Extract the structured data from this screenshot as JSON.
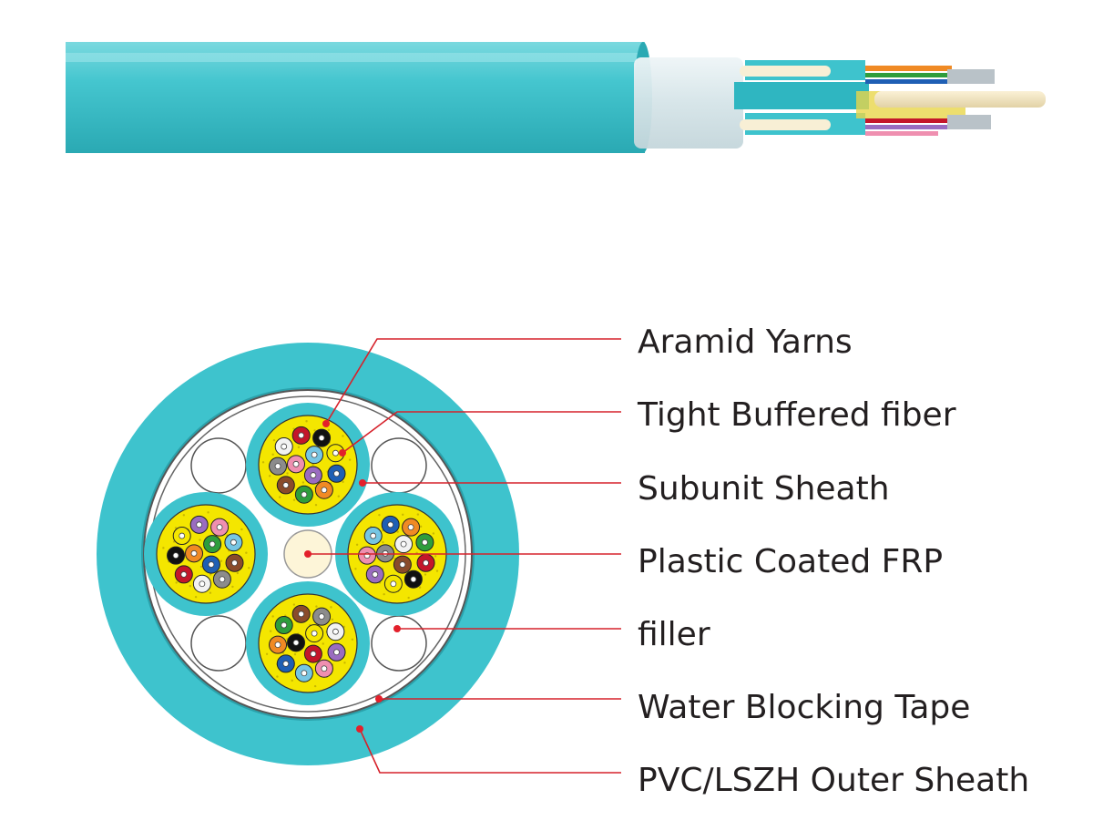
{
  "colors": {
    "jacket": "#3ec3cd",
    "jacket_dark": "#22a8b4",
    "leader": "#d6222b",
    "yarn": "#f4e600",
    "frp": "#fdf5d8"
  },
  "labels": [
    {
      "id": "aramid",
      "text": "Aramid Yarns"
    },
    {
      "id": "tight",
      "text": "Tight Buffered fiber"
    },
    {
      "id": "subunit",
      "text": "Subunit Sheath"
    },
    {
      "id": "frp",
      "text": "Plastic Coated FRP"
    },
    {
      "id": "filler",
      "text": "filler"
    },
    {
      "id": "tape",
      "text": "Water Blocking Tape"
    },
    {
      "id": "outer",
      "text": "PVC/LSZH Outer Sheath"
    }
  ],
  "fiber_colors": [
    "#1f5fb4",
    "#f08a24",
    "#2e9d3c",
    "#8a4b2a",
    "#8c8c8c",
    "#f2f2f2",
    "#c4162a",
    "#111111",
    "#f4e600",
    "#9a6cc0",
    "#ef8fb0",
    "#76c6e3"
  ]
}
